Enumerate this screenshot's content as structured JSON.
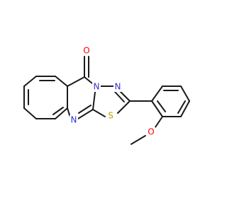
{
  "atoms": [
    {
      "id": "O1",
      "label": "O",
      "color": "#ff0000"
    },
    {
      "id": "N3",
      "label": "N",
      "color": "#3333cc"
    },
    {
      "id": "N4",
      "label": "N",
      "color": "#3333cc"
    },
    {
      "id": "S5",
      "label": "S",
      "color": "#b8a000"
    },
    {
      "id": "N6",
      "label": "N",
      "color": "#3333cc"
    },
    {
      "id": "O2",
      "label": "O",
      "color": "#ff0000"
    }
  ],
  "colors": {
    "bond": "#1a1a1a",
    "background": "#ffffff"
  }
}
